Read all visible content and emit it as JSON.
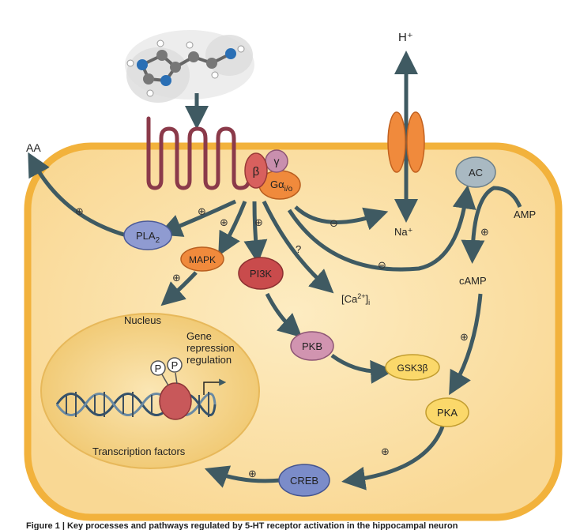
{
  "colors": {
    "cell_fill": "#fbe2a6",
    "cell_border": "#f2b23c",
    "arrow": "#3f5a62",
    "receptor": "#8b3a4a",
    "channel": "#f08a3c",
    "nucleus_fill": "#f6d78a"
  },
  "labels": {
    "aa": "AA",
    "h_plus": "H⁺",
    "na_plus": "Na⁺",
    "amp": "AMP",
    "camp": "cAMP",
    "ca_base": "[Ca",
    "ca_sup": "2+",
    "ca_close": "]",
    "ca_sub": "i",
    "question": "?",
    "nucleus": "Nucleus",
    "gene_line1": "Gene",
    "gene_line2": "repression",
    "gene_line3": "regulation",
    "transcription": "Transcription factors",
    "caption": "Figure 1 | Key processes and pathways regulated by 5-HT receptor activation in the hippocampal neuron"
  },
  "nodes": {
    "beta": "β",
    "gamma": "γ",
    "galpha": "Gα",
    "galpha_sub": "i/o",
    "pla2": "PLA",
    "pla2_sub": "2",
    "mapk": "MAPK",
    "pi3k": "PI3K",
    "pkb": "PKB",
    "gsk3b": "GSK3β",
    "ac": "AC",
    "pka": "PKA",
    "creb": "CREB",
    "p": "P"
  },
  "signs": {
    "plus": "⊕",
    "minus": "⊖"
  }
}
